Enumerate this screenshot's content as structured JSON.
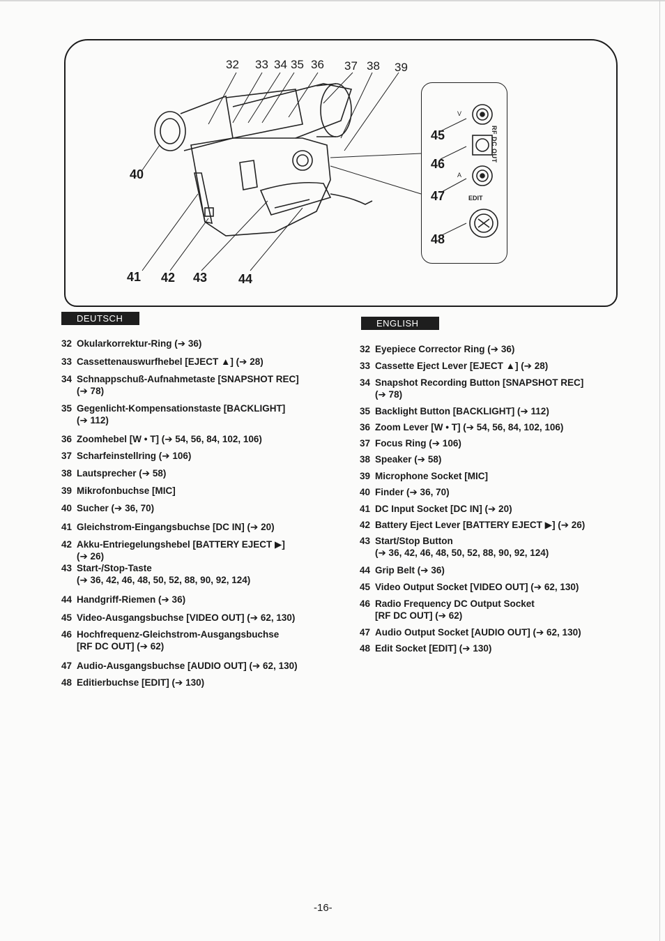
{
  "figure": {
    "callouts_top": [
      "32",
      "33",
      "34",
      "35",
      "36",
      "37",
      "38",
      "39"
    ],
    "callouts_left": [
      "40"
    ],
    "callouts_bottom": [
      "41",
      "42",
      "43",
      "44"
    ],
    "callouts_panel": [
      "45",
      "46",
      "47",
      "48"
    ],
    "panel_labels": {
      "v": "V",
      "a": "A",
      "rf_dc_out": "RF DC OUT",
      "edit": "EDIT"
    }
  },
  "deutsch": {
    "header": "DEUTSCH",
    "items": [
      {
        "n": "32",
        "t": "Okularkorrektur-Ring (➔ 36)"
      },
      {
        "n": "33",
        "t": "Cassettenauswurfhebel [EJECT ▲] (➔ 28)"
      },
      {
        "n": "34",
        "t": "Schnappschuß-Aufnahmetaste [SNAPSHOT REC]",
        "t2": "(➔ 78)"
      },
      {
        "n": "35",
        "t": "Gegenlicht-Kompensationstaste [BACKLIGHT]",
        "t2": "(➔ 112)"
      },
      {
        "n": "36",
        "t": "Zoomhebel [W • T] (➔ 54, 56, 84, 102, 106)"
      },
      {
        "n": "37",
        "t": "Scharfeinstellring (➔ 106)"
      },
      {
        "n": "38",
        "t": "Lautsprecher (➔ 58)"
      },
      {
        "n": "39",
        "t": "Mikrofonbuchse [MIC]"
      },
      {
        "n": "40",
        "t": "Sucher (➔ 36, 70)"
      },
      {
        "n": "41",
        "t": "Gleichstrom-Eingangsbuchse [DC IN] (➔ 20)"
      },
      {
        "n": "42",
        "t": "Akku-Entriegelungshebel [BATTERY EJECT ▶]",
        "t2": "(➔ 26)"
      },
      {
        "n": "43",
        "t": "Start-/Stop-Taste",
        "t2": "(➔ 36, 42, 46, 48, 50, 52, 88, 90, 92, 124)"
      },
      {
        "n": "44",
        "t": "Handgriff-Riemen (➔ 36)"
      },
      {
        "n": "45",
        "t": "Video-Ausgangsbuchse [VIDEO OUT] (➔ 62, 130)"
      },
      {
        "n": "46",
        "t": "Hochfrequenz-Gleichstrom-Ausgangsbuchse",
        "t2": "[RF DC OUT] (➔ 62)"
      },
      {
        "n": "47",
        "t": "Audio-Ausgangsbuchse [AUDIO OUT] (➔ 62, 130)"
      },
      {
        "n": "48",
        "t": "Editierbuchse [EDIT] (➔ 130)"
      }
    ]
  },
  "english": {
    "header": "ENGLISH",
    "items": [
      {
        "n": "32",
        "t": "Eyepiece Corrector Ring (➔ 36)"
      },
      {
        "n": "33",
        "t": "Cassette Eject Lever [EJECT ▲] (➔ 28)"
      },
      {
        "n": "34",
        "t": "Snapshot Recording Button [SNAPSHOT REC]",
        "t2": "(➔ 78)"
      },
      {
        "n": "35",
        "t": "Backlight Button [BACKLIGHT] (➔ 112)"
      },
      {
        "n": "36",
        "t": "Zoom Lever [W • T] (➔ 54, 56, 84, 102, 106)"
      },
      {
        "n": "37",
        "t": "Focus Ring (➔ 106)"
      },
      {
        "n": "38",
        "t": "Speaker (➔ 58)"
      },
      {
        "n": "39",
        "t": "Microphone Socket [MIC]"
      },
      {
        "n": "40",
        "t": "Finder (➔ 36, 70)"
      },
      {
        "n": "41",
        "t": "DC Input Socket [DC IN] (➔ 20)"
      },
      {
        "n": "42",
        "t": "Battery Eject Lever [BATTERY EJECT ▶] (➔ 26)"
      },
      {
        "n": "43",
        "t": "Start/Stop Button",
        "t2": "(➔ 36, 42, 46, 48, 50, 52, 88, 90, 92, 124)"
      },
      {
        "n": "44",
        "t": "Grip Belt (➔ 36)"
      },
      {
        "n": "45",
        "t": "Video Output Socket [VIDEO OUT] (➔ 62, 130)"
      },
      {
        "n": "46",
        "t": "Radio Frequency DC Output Socket",
        "t2": "[RF DC OUT] (➔ 62)"
      },
      {
        "n": "47",
        "t": "Audio Output Socket [AUDIO OUT] (➔ 62, 130)"
      },
      {
        "n": "48",
        "t": "Edit Socket [EDIT] (➔ 130)"
      }
    ]
  },
  "page_number": "-16-"
}
